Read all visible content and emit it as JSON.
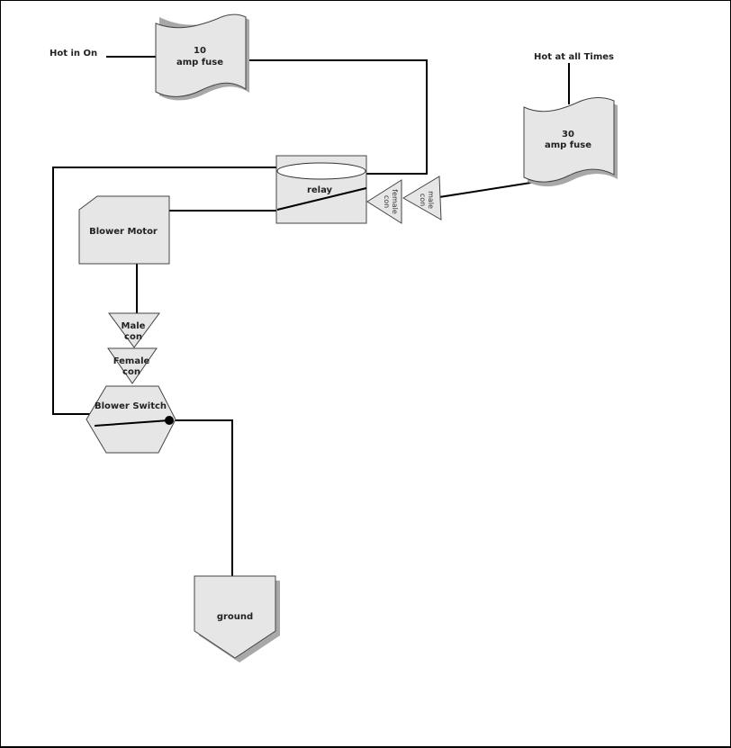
{
  "diagram": {
    "title": "Blower motor wiring diagram",
    "labels": {
      "hot_in_on": "Hot in On",
      "hot_at_all_times": "Hot at all Times"
    },
    "fuse_10": {
      "line1": "10",
      "line2": "amp fuse"
    },
    "fuse_30": {
      "line1": "30",
      "line2": "amp fuse"
    },
    "relay": {
      "label": "relay"
    },
    "connector_female_h": {
      "line1": "female",
      "line2": "con"
    },
    "connector_male_h": {
      "line1": "male",
      "line2": "con"
    },
    "blower_motor": {
      "label": "Blower Motor"
    },
    "connector_male_v": {
      "line1": "Male",
      "line2": "con"
    },
    "connector_female_v": {
      "line1": "Female",
      "line2": "con"
    },
    "blower_switch": {
      "label": "Blower Switch"
    },
    "ground": {
      "label": "ground"
    },
    "colors": {
      "shape_fill": "#e6e6e6",
      "shadow": "#a8a8a8",
      "wire": "#000000"
    }
  }
}
